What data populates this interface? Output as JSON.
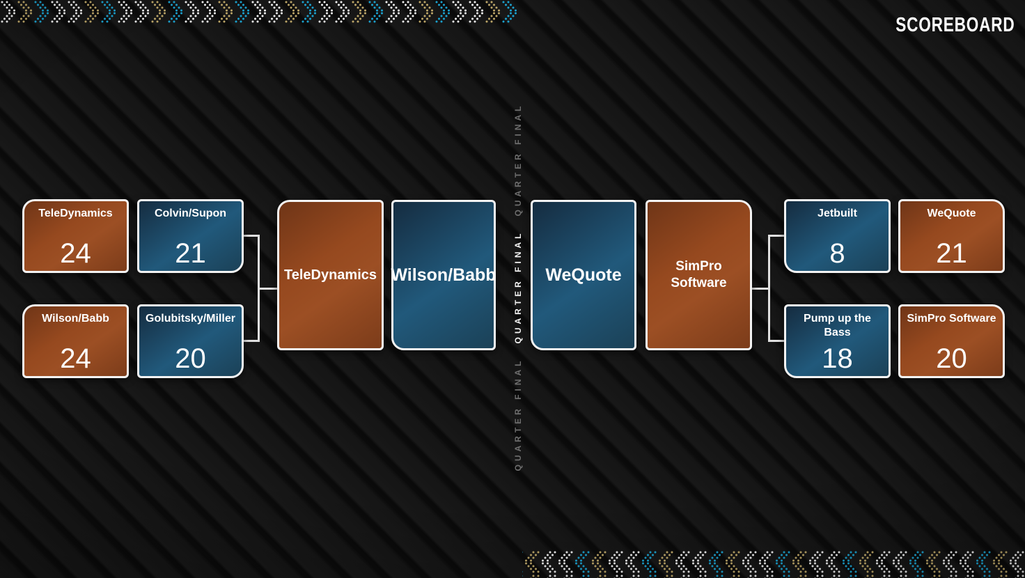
{
  "app": {
    "title": "SCOREBOARD"
  },
  "round": {
    "label": "QUARTER FINAL"
  },
  "colors": {
    "card_orange": "#9c4f24",
    "card_blue": "#21597b",
    "card_border": "#f3f3f3",
    "connector": "#e0e0e0",
    "dot_white": "#f2f2f2",
    "dot_tan": "#bfa869",
    "dot_blue": "#1ba3d1",
    "background": "#121212"
  },
  "bracket": {
    "left": {
      "quarterfinals": [
        {
          "team1": {
            "name": "TeleDynamics",
            "score": 24
          },
          "team2": {
            "name": "Colvin/Supon",
            "score": 21
          }
        },
        {
          "team1": {
            "name": "Wilson/Babb",
            "score": 24
          },
          "team2": {
            "name": "Golubitsky/Miller",
            "score": 20
          }
        }
      ],
      "semifinal": {
        "team1": "TeleDynamics",
        "team2": "Wilson/Babb"
      }
    },
    "right": {
      "semifinal": {
        "team1": "WeQuote",
        "team2": "SimPro Software"
      },
      "quarterfinals": [
        {
          "team1": {
            "name": "Jetbuilt",
            "score": 8
          },
          "team2": {
            "name": "WeQuote",
            "score": 21
          }
        },
        {
          "team1": {
            "name": "Pump up the Bass",
            "score": 18
          },
          "team2": {
            "name": "SimPro Software",
            "score": 20
          }
        }
      ]
    }
  }
}
